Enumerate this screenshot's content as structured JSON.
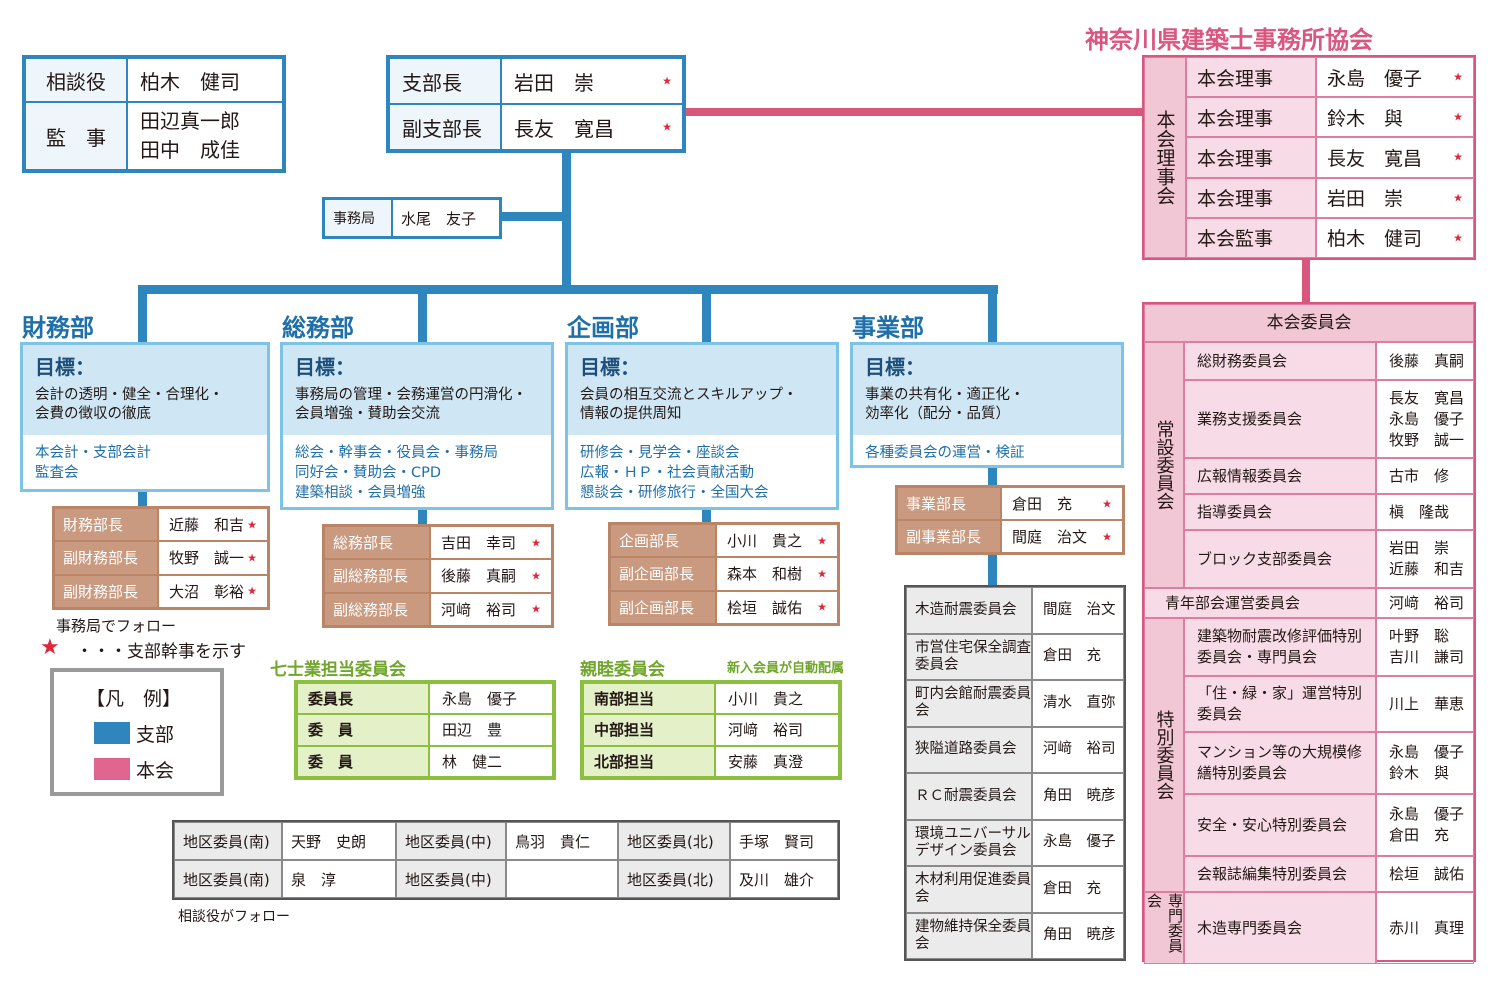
{
  "org_title": "神奈川県建築士事務所協会",
  "advisors": [
    {
      "role": "相談役",
      "name": "柏木　健司"
    },
    {
      "role": "監　事",
      "names": [
        "田辺真一郎",
        "田中　成佳"
      ]
    }
  ],
  "branch_heads": [
    {
      "role": "支部長",
      "name": "岩田　崇"
    },
    {
      "role": "副支部長",
      "name": "長友　寛昌"
    }
  ],
  "secretariat": {
    "label": "事務局",
    "name": "水尾　友子"
  },
  "departments": [
    {
      "name": "財務部",
      "goal_heading": "目標：",
      "goal_lines": [
        "会計の透明・健全・合理化・",
        "会費の徴収の徹底"
      ],
      "activity_lines": [
        "本会計・支部会計",
        "監査会"
      ],
      "roles": [
        {
          "role": "財務部長",
          "name": "近藤　和吉"
        },
        {
          "role": "副財務部長",
          "name": "牧野　誠一"
        },
        {
          "role": "副財務部長",
          "name": "大沼　彰裕"
        }
      ],
      "note": "事務局でフォロー"
    },
    {
      "name": "総務部",
      "goal_heading": "目標：",
      "goal_lines": [
        "事務局の管理・会務運営の円滑化・",
        "会員増強・賛助会交流"
      ],
      "activity_lines": [
        "総会・幹事会・役員会・事務局",
        "同好会・賛助会・CPD",
        "建築相談・会員増強"
      ],
      "roles": [
        {
          "role": "総務部長",
          "name": "吉田　幸司"
        },
        {
          "role": "副総務部長",
          "name": "後藤　真嗣"
        },
        {
          "role": "副総務部長",
          "name": "河﨑　裕司"
        }
      ]
    },
    {
      "name": "企画部",
      "goal_heading": "目標：",
      "goal_lines": [
        "会員の相互交流とスキルアップ・",
        "情報の提供周知"
      ],
      "activity_lines": [
        "研修会・見学会・座談会",
        "広報・ＨＰ・社会貢献活動",
        "懇談会・研修旅行・全国大会"
      ],
      "roles": [
        {
          "role": "企画部長",
          "name": "小川　貴之"
        },
        {
          "role": "副企画部長",
          "name": "森本　和樹"
        },
        {
          "role": "副企画部長",
          "name": "桧垣　誠佑"
        }
      ]
    },
    {
      "name": "事業部",
      "goal_heading": "目標：",
      "goal_lines": [
        "事業の共有化・適正化・",
        "効率化（配分・品質）"
      ],
      "activity_lines": [
        "各種委員会の運営・検証"
      ],
      "roles": [
        {
          "role": "事業部長",
          "name": "倉田　充"
        },
        {
          "role": "副事業部長",
          "name": "間庭　治文"
        }
      ]
    }
  ],
  "star_legend": "・・・支部幹事を示す",
  "legend": {
    "title": "【凡　例】",
    "items": [
      {
        "label": "支部",
        "color": "#2e86bd"
      },
      {
        "label": "本会",
        "color": "#e0658f"
      }
    ]
  },
  "shichishigyo": {
    "title": "七士業担当委員会",
    "rows": [
      {
        "role": "委員長",
        "name": "永島　優子"
      },
      {
        "role": "委　員",
        "name": "田辺　豊"
      },
      {
        "role": "委　員",
        "name": "林　健二"
      }
    ]
  },
  "shinboku": {
    "title": "親睦委員会",
    "note": "新入会員が自動配属",
    "rows": [
      {
        "role": "南部担当",
        "name": "小川　貴之"
      },
      {
        "role": "中部担当",
        "name": "河﨑　裕司"
      },
      {
        "role": "北部担当",
        "name": "安藤　真澄"
      }
    ]
  },
  "district": {
    "rows": [
      [
        {
          "label": "地区委員(南)",
          "name": "天野　史朗"
        },
        {
          "label": "地区委員(中)",
          "name": "鳥羽　貴仁"
        },
        {
          "label": "地区委員(北)",
          "name": "手塚　賢司"
        }
      ],
      [
        {
          "label": "地区委員(南)",
          "name": "泉　淳"
        },
        {
          "label": "地区委員(中)",
          "name": ""
        },
        {
          "label": "地区委員(北)",
          "name": "及川　雄介"
        }
      ]
    ],
    "note": "相談役がフォロー"
  },
  "business_committees": [
    {
      "name": "木造耐震委員会",
      "member": "間庭　治文"
    },
    {
      "name": "市営住宅保全調査委員会",
      "member": "倉田　充"
    },
    {
      "name": "町内会館耐震委員会",
      "member": "清水　直弥"
    },
    {
      "name": "狭隘道路委員会",
      "member": "河﨑　裕司"
    },
    {
      "name": "ＲＣ耐震委員会",
      "member": "角田　暁彦"
    },
    {
      "name": "環境ユニバーサルデザイン委員会",
      "member": "永島　優子"
    },
    {
      "name": "木材利用促進委員会",
      "member": "倉田　充"
    },
    {
      "name": "建物維持保全委員会",
      "member": "角田　暁彦"
    }
  ],
  "head_board": {
    "label": "本会理事会",
    "rows": [
      {
        "role": "本会理事",
        "name": "永島　優子"
      },
      {
        "role": "本会理事",
        "name": "鈴木　與"
      },
      {
        "role": "本会理事",
        "name": "長友　寛昌"
      },
      {
        "role": "本会理事",
        "name": "岩田　崇"
      },
      {
        "role": "本会監事",
        "name": "柏木　健司"
      }
    ]
  },
  "head_committees": {
    "title": "本会委員会",
    "standing_label": "常設委員会",
    "standing": [
      {
        "name": "総財務委員会",
        "members": [
          "後藤　真嗣"
        ]
      },
      {
        "name": "業務支援委員会",
        "members": [
          "長友　寛昌",
          "永島　優子",
          "牧野　誠一"
        ]
      },
      {
        "name": "広報情報委員会",
        "members": [
          "古市　修"
        ]
      },
      {
        "name": "指導委員会",
        "members": [
          "槇　隆哉"
        ]
      },
      {
        "name": "ブロック支部委員会",
        "members": [
          "岩田　崇",
          "近藤　和吉"
        ]
      }
    ],
    "youth": {
      "name": "青年部会運営委員会",
      "members": [
        "河﨑　裕司"
      ]
    },
    "special_label": "特別委員会",
    "special": [
      {
        "name": "建築物耐震改修評価特別委員会・専門員会",
        "members": [
          "叶野　聡",
          "吉川　謙司"
        ]
      },
      {
        "name": "「住・緑・家」運営特別委員会",
        "members": [
          "川上　華恵"
        ]
      },
      {
        "name": "マンション等の大規模修繕特別委員会",
        "members": [
          "永島　優子",
          "鈴木　與"
        ]
      },
      {
        "name": "安全・安心特別委員会",
        "members": [
          "永島　優子",
          "倉田　充"
        ]
      },
      {
        "name": "会報誌編集特別委員会",
        "members": [
          "桧垣　誠佑"
        ]
      }
    ],
    "expert_label": "専門委員会",
    "expert": [
      {
        "name": "木造専門委員会",
        "members": [
          "赤川　真理"
        ]
      }
    ]
  }
}
